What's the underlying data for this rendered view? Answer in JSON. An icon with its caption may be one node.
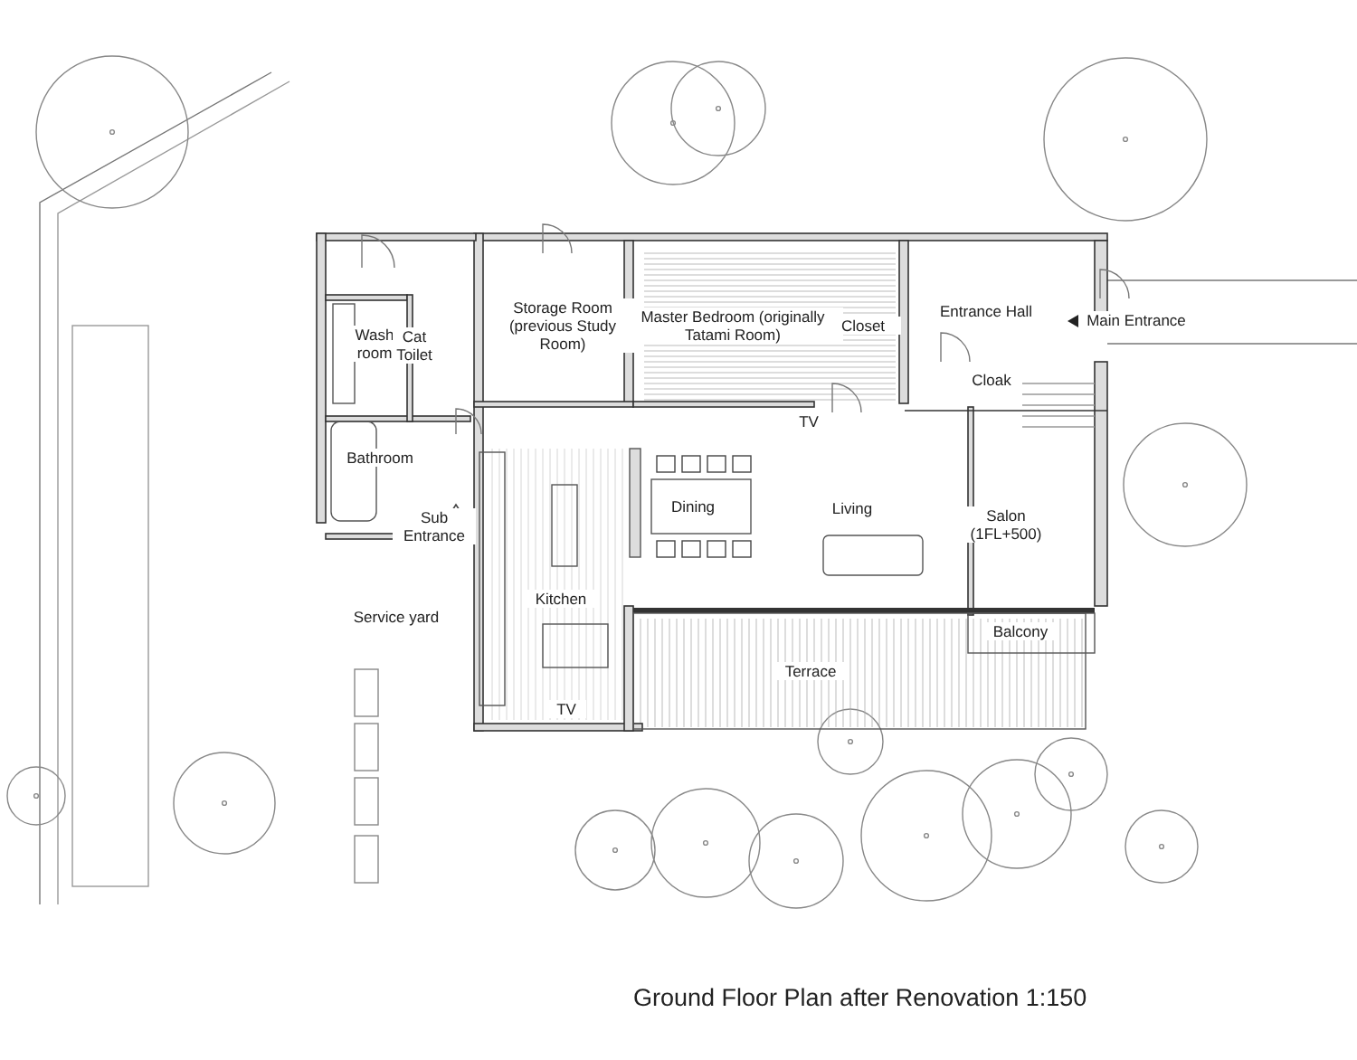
{
  "diagram": {
    "title": "Ground Floor Plan after Renovation 1:150",
    "labels": [
      "Storage Room (previous Study Room)",
      "Wash room",
      "Cat Toilet",
      "Master Bedroom (originally Tatami Room)",
      "Closet",
      "Entrance Hall",
      "Main Entrance",
      "Cloak",
      "TV",
      "Bathroom",
      "Dining",
      "Living",
      "Salon (1FL+500)",
      "Sub Entrance",
      "Kitchen",
      "Service yard",
      "Balcony",
      "Terrace",
      "TV"
    ]
  }
}
